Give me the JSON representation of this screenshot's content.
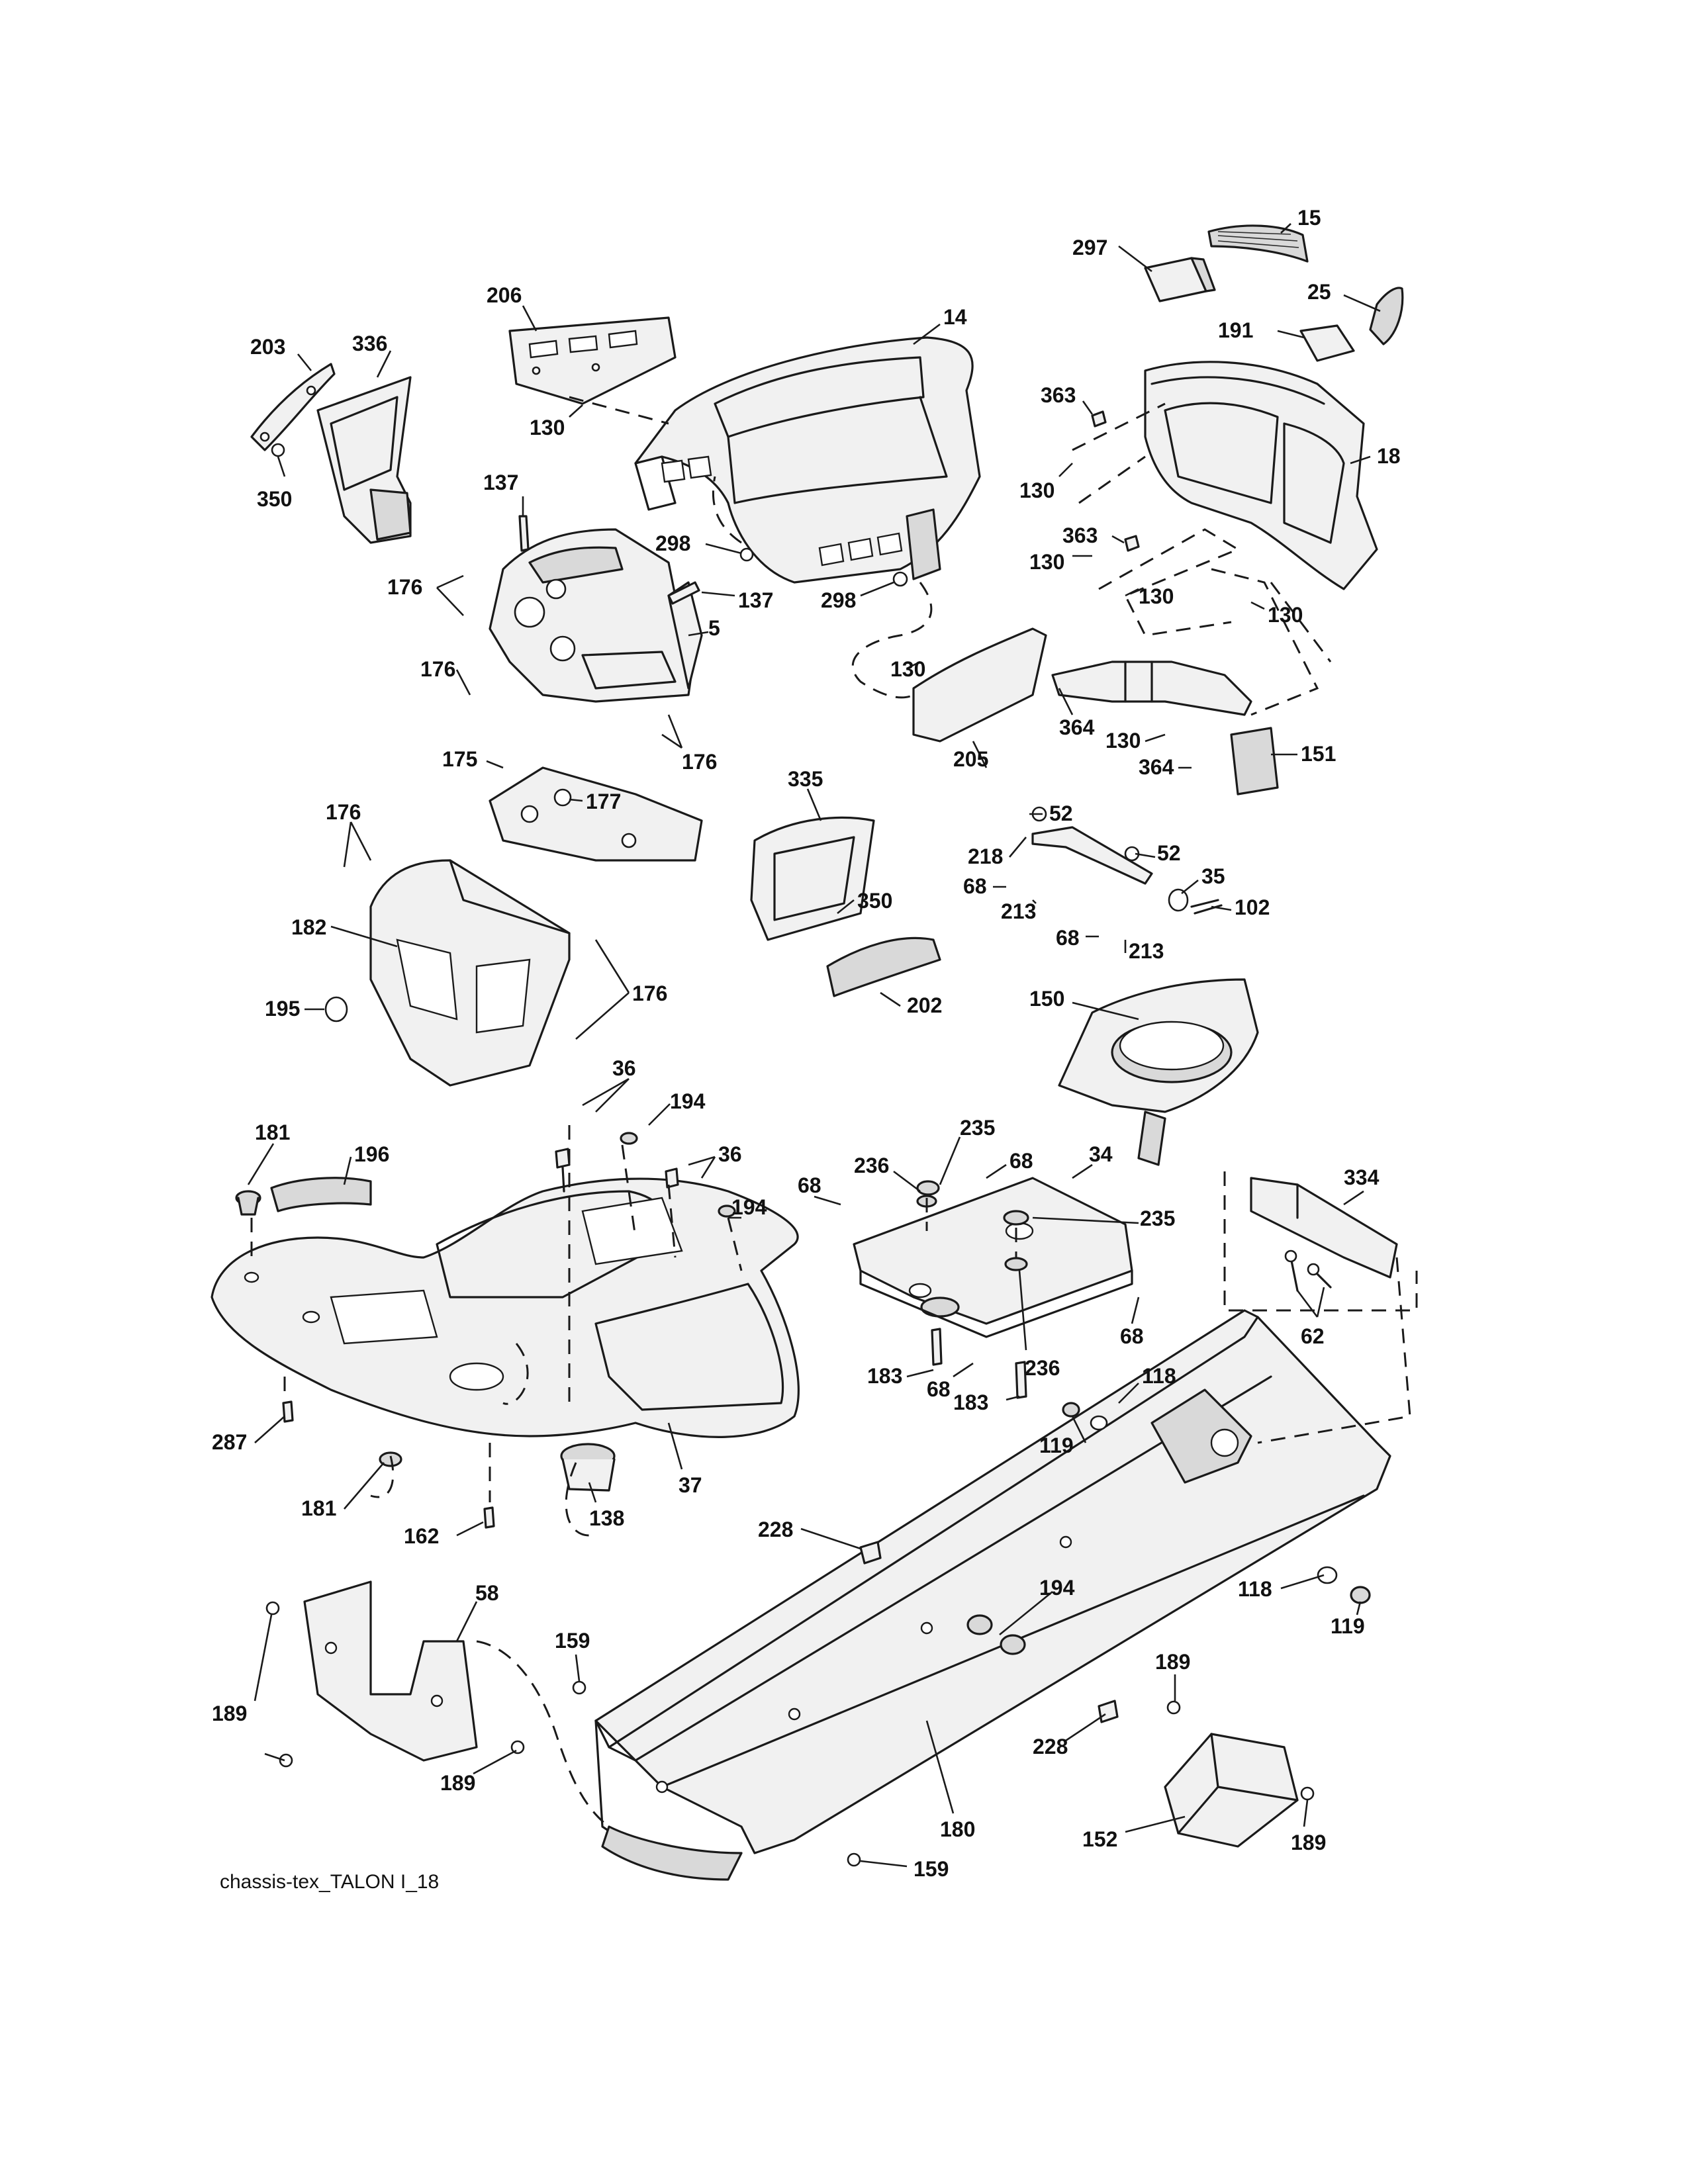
{
  "drawing": {
    "caption": "chassis-tex_TALON I_18"
  },
  "callouts": [
    {
      "id": "c15",
      "label": "15"
    },
    {
      "id": "c297",
      "label": "297"
    },
    {
      "id": "c25",
      "label": "25"
    },
    {
      "id": "c191",
      "label": "191"
    },
    {
      "id": "c206",
      "label": "206"
    },
    {
      "id": "c14",
      "label": "14"
    },
    {
      "id": "c203",
      "label": "203"
    },
    {
      "id": "c336",
      "label": "336"
    },
    {
      "id": "c130a",
      "label": "130"
    },
    {
      "id": "c350a",
      "label": "350"
    },
    {
      "id": "c363a",
      "label": "363"
    },
    {
      "id": "c130b",
      "label": "130"
    },
    {
      "id": "c18",
      "label": "18"
    },
    {
      "id": "c137a",
      "label": "137"
    },
    {
      "id": "c298a",
      "label": "298"
    },
    {
      "id": "c363b",
      "label": "363"
    },
    {
      "id": "c130c",
      "label": "130"
    },
    {
      "id": "c176a",
      "label": "176"
    },
    {
      "id": "c137b",
      "label": "137"
    },
    {
      "id": "c298b",
      "label": "298"
    },
    {
      "id": "c130d",
      "label": "130"
    },
    {
      "id": "c130e",
      "label": "130"
    },
    {
      "id": "c5",
      "label": "5"
    },
    {
      "id": "c176b",
      "label": "176"
    },
    {
      "id": "c130f",
      "label": "130"
    },
    {
      "id": "c364a",
      "label": "364"
    },
    {
      "id": "c176c",
      "label": "176"
    },
    {
      "id": "c205",
      "label": "205"
    },
    {
      "id": "c130g",
      "label": "130"
    },
    {
      "id": "c151",
      "label": "151"
    },
    {
      "id": "c175",
      "label": "175"
    },
    {
      "id": "c364b",
      "label": "364"
    },
    {
      "id": "c335",
      "label": "335"
    },
    {
      "id": "c177",
      "label": "177"
    },
    {
      "id": "c52a",
      "label": "52"
    },
    {
      "id": "c176d",
      "label": "176"
    },
    {
      "id": "c218",
      "label": "218"
    },
    {
      "id": "c52b",
      "label": "52"
    },
    {
      "id": "c68a",
      "label": "68"
    },
    {
      "id": "c35",
      "label": "35"
    },
    {
      "id": "c350b",
      "label": "350"
    },
    {
      "id": "c213a",
      "label": "213"
    },
    {
      "id": "c102",
      "label": "102"
    },
    {
      "id": "c182",
      "label": "182"
    },
    {
      "id": "c68b",
      "label": "68"
    },
    {
      "id": "c213b",
      "label": "213"
    },
    {
      "id": "c195",
      "label": "195"
    },
    {
      "id": "c176e",
      "label": "176"
    },
    {
      "id": "c202",
      "label": "202"
    },
    {
      "id": "c150",
      "label": "150"
    },
    {
      "id": "c36a",
      "label": "36"
    },
    {
      "id": "c194a",
      "label": "194"
    },
    {
      "id": "c181a",
      "label": "181"
    },
    {
      "id": "c196",
      "label": "196"
    },
    {
      "id": "c36b",
      "label": "36"
    },
    {
      "id": "c235a",
      "label": "235"
    },
    {
      "id": "c236a",
      "label": "236"
    },
    {
      "id": "c68c",
      "label": "68"
    },
    {
      "id": "c34",
      "label": "34"
    },
    {
      "id": "c334",
      "label": "334"
    },
    {
      "id": "c68d",
      "label": "68"
    },
    {
      "id": "c194b",
      "label": "194"
    },
    {
      "id": "c235b",
      "label": "235"
    },
    {
      "id": "c62",
      "label": "62"
    },
    {
      "id": "c68e",
      "label": "68"
    },
    {
      "id": "c236b",
      "label": "236"
    },
    {
      "id": "c183a",
      "label": "183"
    },
    {
      "id": "c68f",
      "label": "68"
    },
    {
      "id": "c118a",
      "label": "118"
    },
    {
      "id": "c183b",
      "label": "183"
    },
    {
      "id": "c287",
      "label": "287"
    },
    {
      "id": "c119a",
      "label": "119"
    },
    {
      "id": "c37",
      "label": "37"
    },
    {
      "id": "c181b",
      "label": "181"
    },
    {
      "id": "c138",
      "label": "138"
    },
    {
      "id": "c162",
      "label": "162"
    },
    {
      "id": "c228a",
      "label": "228"
    },
    {
      "id": "c118b",
      "label": "118"
    },
    {
      "id": "c194c",
      "label": "194"
    },
    {
      "id": "c119b",
      "label": "119"
    },
    {
      "id": "c58",
      "label": "58"
    },
    {
      "id": "c159a",
      "label": "159"
    },
    {
      "id": "c189a",
      "label": "189"
    },
    {
      "id": "c189b",
      "label": "189"
    },
    {
      "id": "c228b",
      "label": "228"
    },
    {
      "id": "c189c",
      "label": "189"
    },
    {
      "id": "c180",
      "label": "180"
    },
    {
      "id": "c152",
      "label": "152"
    },
    {
      "id": "c189d",
      "label": "189"
    },
    {
      "id": "c159b",
      "label": "159"
    }
  ]
}
